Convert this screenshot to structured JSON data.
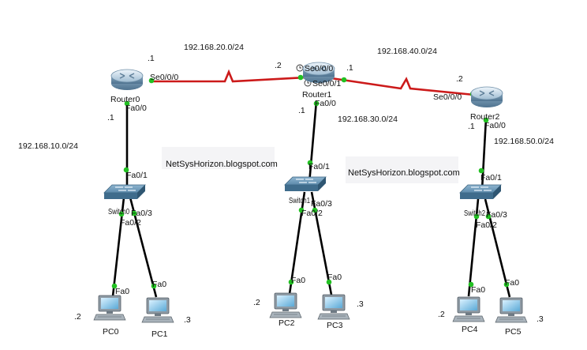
{
  "networks": {
    "net_20": "192.168.20.0/24",
    "net_40": "192.168.40.0/24",
    "net_10": "192.168.10.0/24",
    "net_30": "192.168.30.0/24",
    "net_50": "192.168.50.0/24"
  },
  "watermarks": [
    "NetSysHorizon.blogspot.com",
    "NetSysHorizon.blogspot.com"
  ],
  "routers": {
    "r0": {
      "name": "Router0",
      "se": "Se0/0/0",
      "fa": "Fa0/0",
      "host_serial": ".1",
      "host_lan": ".1"
    },
    "r1": {
      "name": "Router1",
      "se0": "Se0/0/0",
      "se1": "Se0/0/1",
      "fa": "Fa0/0",
      "host_left": ".2",
      "host_right": ".1",
      "host_lan": ".1"
    },
    "r2": {
      "name": "Router2",
      "se": "Se0/0/0",
      "fa": "Fa0/0",
      "host_serial": ".2",
      "host_lan": ".1"
    }
  },
  "switches": {
    "sw0": {
      "name": "Switch0",
      "up": "Fa0/1",
      "p2": "Fa0/2",
      "p3": "Fa0/3"
    },
    "sw1": {
      "name": "Switch1",
      "up": "Fa0/1",
      "p2": "Fa0/2",
      "p3": "Fa0/3"
    },
    "sw2": {
      "name": "Switch2",
      "up": "Fa0/1",
      "p2": "Fa0/2",
      "p3": "Fa0/3"
    }
  },
  "pcs": {
    "pc0": {
      "name": "PC0",
      "port": "Fa0",
      "host": ".2"
    },
    "pc1": {
      "name": "PC1",
      "port": "Fa0",
      "host": ".3"
    },
    "pc2": {
      "name": "PC2",
      "port": "Fa0",
      "host": ".2"
    },
    "pc3": {
      "name": "PC3",
      "port": "Fa0",
      "host": ".3"
    },
    "pc4": {
      "name": "PC4",
      "port": "Fa0",
      "host": ".2"
    },
    "pc5": {
      "name": "PC5",
      "port": "Fa0",
      "host": ".3"
    }
  },
  "colors": {
    "serial_link": "#cc1a1a",
    "ethernet_link": "#000000",
    "link_up": "#22c022",
    "router_body": "#a8c4d8",
    "switch_body": "#5f8fac"
  }
}
